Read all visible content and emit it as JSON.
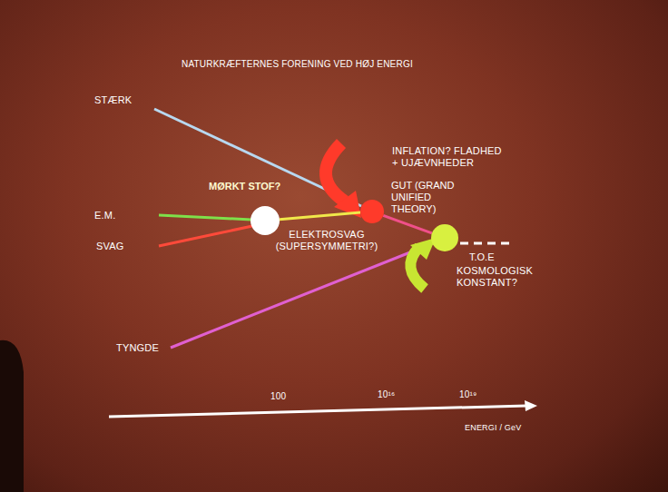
{
  "diagram": {
    "title": "NATURKRÆFTERNES FORENING VED HØJ ENERGI",
    "nodes": [
      {
        "text": [
          "MØRKT STOF?"
        ]
      },
      {
        "text": [
          "GUT (GRAND UNIFIED THEORY)"
        ]
      },
      {
        "text": [
          "T.O.E"
        ]
      }
    ],
    "edges": [
      {
        "from": 0,
        "to": 1,
        "arrow": "none",
        "label": "ELEKTROSVAG (SUPERSYMMETRI?)"
      },
      {
        "from": 1,
        "to": 2,
        "arrow": "none"
      }
    ],
    "labels": [
      "STÆRK",
      "E.M.",
      "SVAG",
      "TYNGDE",
      "INFLATION? FLADHED + UJÆVNHEDER",
      "KOSMOLOGISK KONSTANT?",
      "100",
      "10¹⁶",
      "10¹⁹",
      "ENERGI / GeV"
    ]
  }
}
